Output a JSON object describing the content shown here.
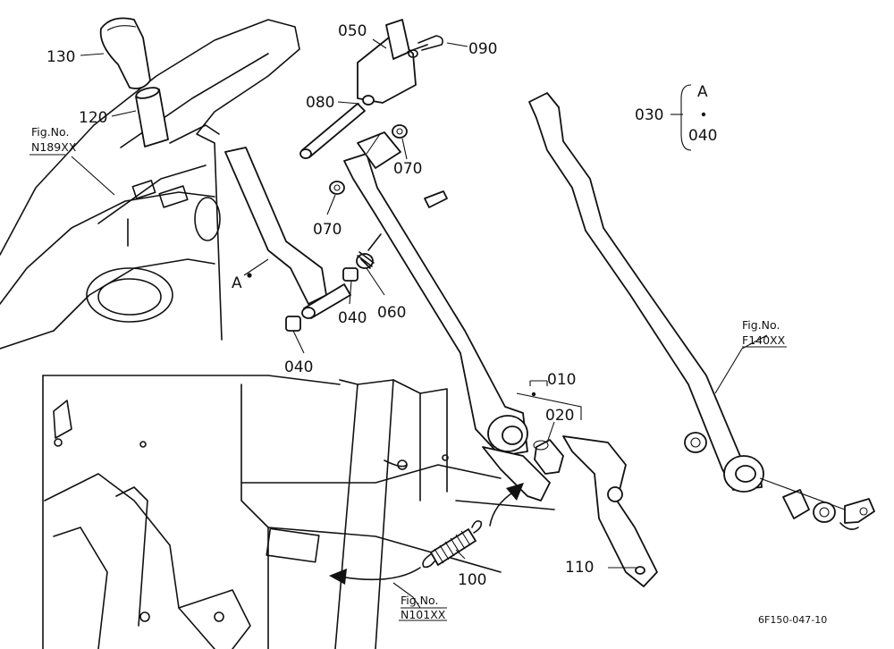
{
  "callouts": {
    "p010": "010",
    "p020": "020",
    "p030": "030",
    "p040_left": "040",
    "p040_mid": "040",
    "p040_set": "040",
    "p050": "050",
    "p060": "060",
    "p070_right": "070",
    "p070_left": "070",
    "p080": "080",
    "p090": "090",
    "p100": "100",
    "p110": "110",
    "p120": "120",
    "p130": "130",
    "ref_a": "A",
    "ref_a_set": "A"
  },
  "fig_refs": {
    "f1_label": "Fig.No.",
    "f1_code": "N189XX",
    "f2_label": "Fig.No.",
    "f2_code": "F140XX",
    "f3_label": "Fig.No.",
    "f3_code": "N101XX"
  },
  "drawing_code": "6F150-047-10"
}
